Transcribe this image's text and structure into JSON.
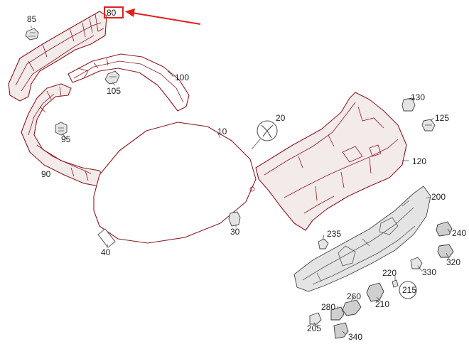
{
  "callouts": {
    "c10": "10",
    "c20": "20",
    "c30": "30",
    "c40": "40",
    "c80": "80",
    "c85": "85",
    "c90": "90",
    "c95": "95",
    "c100": "100",
    "c105": "105",
    "c120": "120",
    "c125": "125",
    "c130": "130",
    "c200": "200",
    "c205": "205",
    "c210": "210",
    "c215": "215",
    "c220": "220",
    "c235": "235",
    "c240": "240",
    "c260": "260",
    "c280": "280",
    "c320": "320",
    "c330": "330",
    "c340": "340"
  },
  "highlight": {
    "part": "80",
    "color": "#e0201c"
  },
  "colors": {
    "line_art": "#8a1a22",
    "accent": "#e0201c"
  }
}
